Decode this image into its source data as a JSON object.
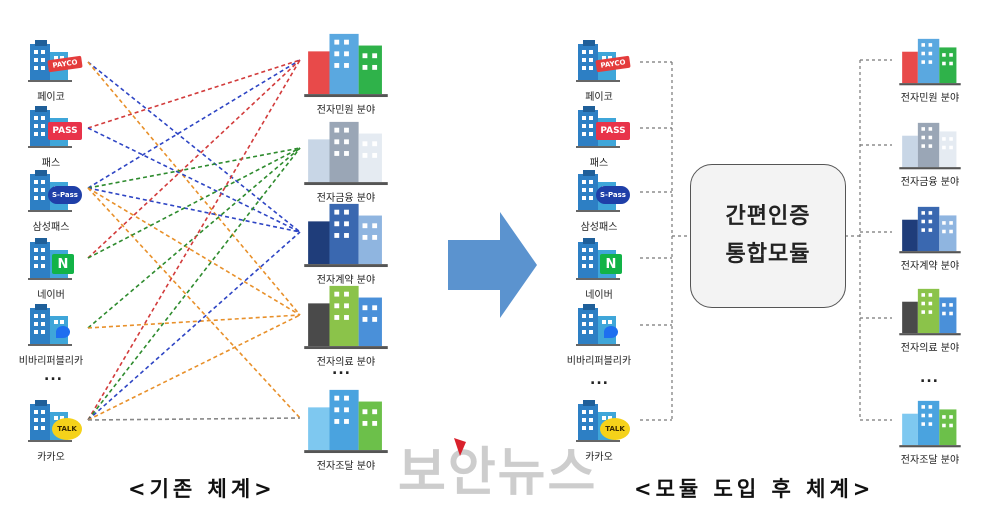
{
  "left_services": [
    {
      "label": "페이코",
      "badge": "PAYCO",
      "badge_icon": "payco-logo"
    },
    {
      "label": "패스",
      "badge": "PASS",
      "badge_icon": "pass-logo"
    },
    {
      "label": "삼성패스",
      "badge": "S-Pass",
      "badge_icon": "samsung-pass-logo"
    },
    {
      "label": "네이버",
      "badge": "N",
      "badge_icon": "naver-logo"
    },
    {
      "label": "비바리퍼블리카",
      "badge": "",
      "badge_icon": "toss-bubble-logo"
    },
    {
      "label": "카카오",
      "badge": "TALK",
      "badge_icon": "kakao-talk-logo"
    }
  ],
  "left_ellipsis": "...",
  "left_fields": [
    {
      "label": "전자민원 분야",
      "icon": "civil-building-icon"
    },
    {
      "label": "전자금융 분야",
      "icon": "finance-building-icon"
    },
    {
      "label": "전자계약 분야",
      "icon": "contract-city-icon"
    },
    {
      "label": "전자의료 분야",
      "icon": "medical-building-icon"
    },
    {
      "label": "전자조달 분야",
      "icon": "procurement-building-icon"
    }
  ],
  "fields_ellipsis": "...",
  "right_services": [
    {
      "label": "페이코",
      "badge": "PAYCO"
    },
    {
      "label": "패스",
      "badge": "PASS"
    },
    {
      "label": "삼성패스",
      "badge": "S-Pass"
    },
    {
      "label": "네이버",
      "badge": "N"
    },
    {
      "label": "비바리퍼블리카",
      "badge": ""
    },
    {
      "label": "카카오",
      "badge": "TALK"
    }
  ],
  "right_fields": [
    {
      "label": "전자민원 분야"
    },
    {
      "label": "전자금융 분야"
    },
    {
      "label": "전자계약 분야"
    },
    {
      "label": "전자의료 분야"
    },
    {
      "label": "전자조달 분야"
    }
  ],
  "module": {
    "line1": "간편인증",
    "line2": "통합모듈"
  },
  "captions": {
    "before": "<기존 체계>",
    "after": "<모듈 도입 후 체계>"
  },
  "watermark": "보안뉴스",
  "colors": {
    "arrow": "#5b93cf",
    "payco": "#e43c3c",
    "pass": "#e8334a",
    "spass": "#1f3fa8",
    "naver": "#12b347",
    "toss": "#1e6ff0",
    "kakao": "#f5d21a",
    "link_colors": [
      "#d23b3b",
      "#2e45c4",
      "#2e8b2e",
      "#e8902a",
      "#888888"
    ]
  }
}
